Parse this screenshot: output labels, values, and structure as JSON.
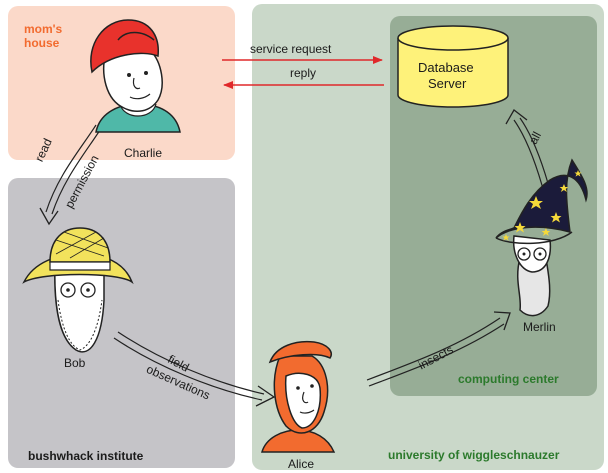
{
  "regions": {
    "moms_house": "mom's\nhouse",
    "bushwhack_institute": "bushwhack institute",
    "university": "university of wiggleschnauzer",
    "computing_center": "computing center"
  },
  "people": {
    "charlie": "Charlie",
    "bob": "Bob",
    "alice": "Alice",
    "merlin": "Merlin"
  },
  "database": {
    "line1": "Database",
    "line2": "Server"
  },
  "edges": {
    "service_request": "service request",
    "reply": "reply",
    "read": "read",
    "permission": "permission",
    "field": "field",
    "observations": "observations",
    "insects": "insects",
    "all": "all"
  },
  "colors": {
    "moms_house_bg": "#fbd9c9",
    "bushwhack_bg": "#c5c4c8",
    "university_bg": "#cad8c9",
    "computing_center_bg": "#97ad96",
    "request_arrow": "#e0282a",
    "database_fill": "#fef27a"
  }
}
